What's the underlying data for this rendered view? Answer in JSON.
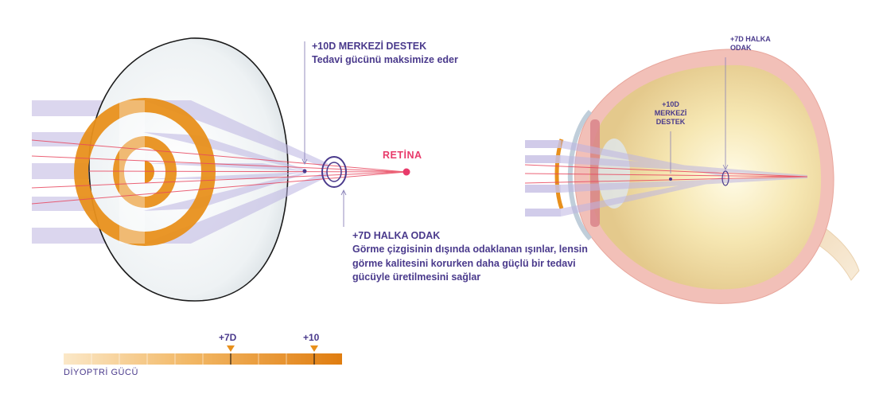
{
  "central_support": {
    "title": "+10D MERKEZİ DESTEK",
    "description": "Tedavi gücünü maksimize eder"
  },
  "retina_label": "RETİNA",
  "ring_focus": {
    "title": "+7D HALKA ODAK",
    "description": "Görme çizgisinin dışında odaklanan ışınlar, lensin görme kalitesini korurken daha güçlü bir tedavi gücüyle üretilmesini sağlar"
  },
  "eye_labels": {
    "ring_line1": "+7D HALKA",
    "ring_line2": "ODAK",
    "center_line1": "+10D",
    "center_line2": "MERKEZİ",
    "center_line3": "DESTEK"
  },
  "scale": {
    "marker_7": "+7D",
    "marker_10": "+10",
    "label": "DİYOPTRİ GÜCÜ"
  },
  "colors": {
    "purple_text": "#4a3a8c",
    "orange_ring": "#e8901c",
    "retina_pink": "#e83a6a",
    "ray_lavender": "#c9c3e6",
    "ray_red": "#e8475f"
  }
}
